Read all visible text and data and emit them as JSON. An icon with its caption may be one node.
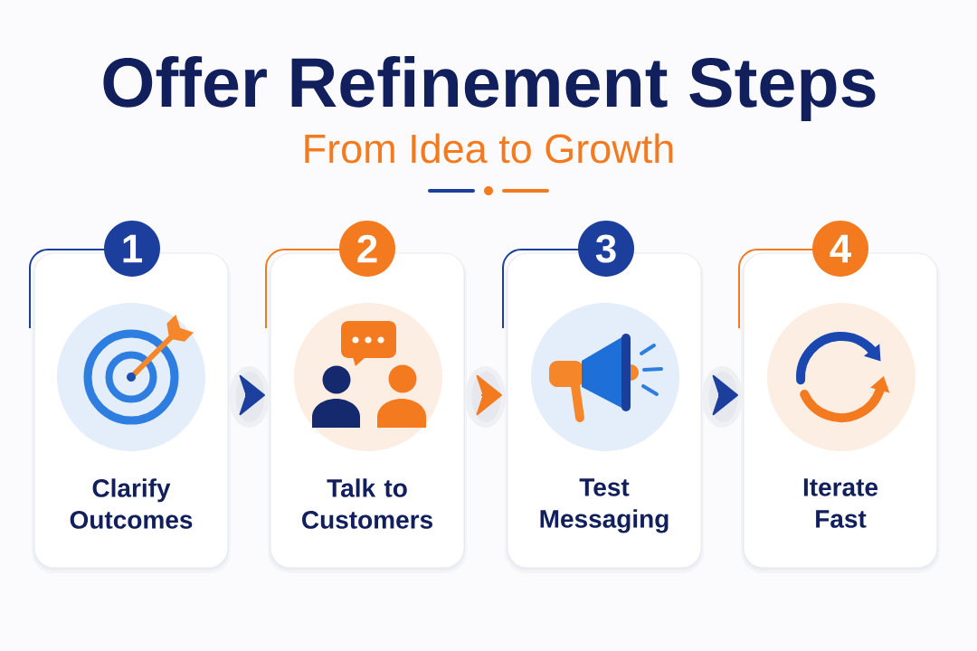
{
  "diagram": {
    "title": "Offer Refinement Steps",
    "nodes": [
      {
        "text": [
          "1"
        ]
      },
      {
        "text": [
          "Clarify Outcomes"
        ]
      },
      {
        "text": [
          "2"
        ]
      },
      {
        "text": [
          "Talk to Customers"
        ]
      },
      {
        "text": [
          "3"
        ]
      },
      {
        "text": [
          "Test Messaging"
        ]
      },
      {
        "text": [
          "4"
        ]
      },
      {
        "text": [
          "Iterate Fast"
        ]
      }
    ],
    "edges": [
      {
        "from": 1,
        "to": 3,
        "arrow": "to"
      },
      {
        "from": 3,
        "to": 5,
        "arrow": "to",
        "color": "#f47a20"
      },
      {
        "from": 5,
        "to": 7,
        "arrow": "to"
      }
    ],
    "labels": [
      "From Idea to Growth"
    ]
  }
}
